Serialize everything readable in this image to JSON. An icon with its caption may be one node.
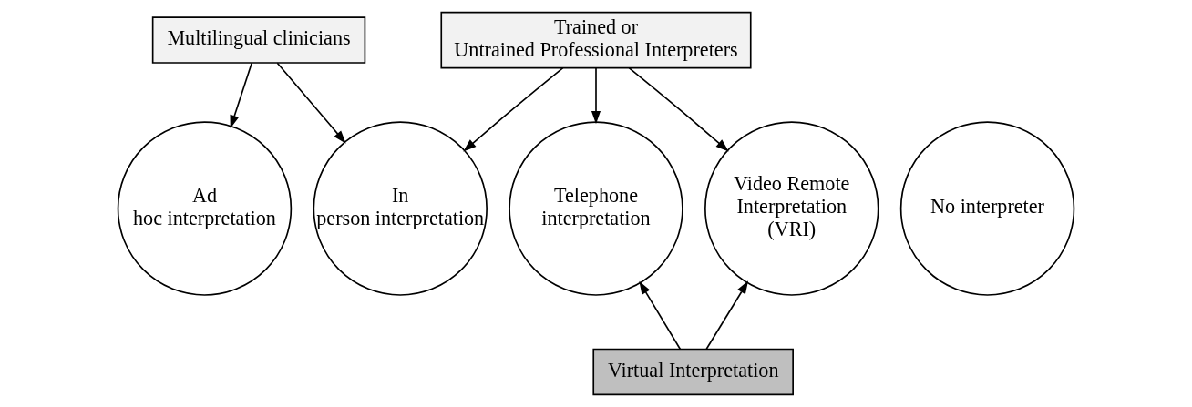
{
  "diagram": {
    "nodes": [
      {
        "text": [
          "Multilingual clinicians"
        ]
      },
      {
        "text": [
          "Trained or Untrained Professional Interpreters"
        ]
      },
      {
        "text": [
          "No interpreter"
        ]
      },
      {
        "text": [
          "Ad hoc interpretation"
        ]
      },
      {
        "text": [
          "In person interpretation"
        ]
      },
      {
        "text": [
          "Telephone interpretation"
        ]
      },
      {
        "text": [
          "Video Remote Interpretation (VRI)"
        ]
      },
      {
        "text": [
          "Virtual Interpretation"
        ]
      }
    ],
    "edges": [
      {
        "from": 0,
        "to": 3,
        "arrow": "to"
      },
      {
        "from": 0,
        "to": 4,
        "arrow": "to"
      },
      {
        "from": 1,
        "to": 4,
        "arrow": "to"
      },
      {
        "from": 1,
        "to": 5,
        "arrow": "to"
      },
      {
        "from": 1,
        "to": 6,
        "arrow": "to"
      },
      {
        "from": 7,
        "to": 5,
        "arrow": "to"
      },
      {
        "from": 7,
        "to": 6,
        "arrow": "to"
      }
    ]
  }
}
